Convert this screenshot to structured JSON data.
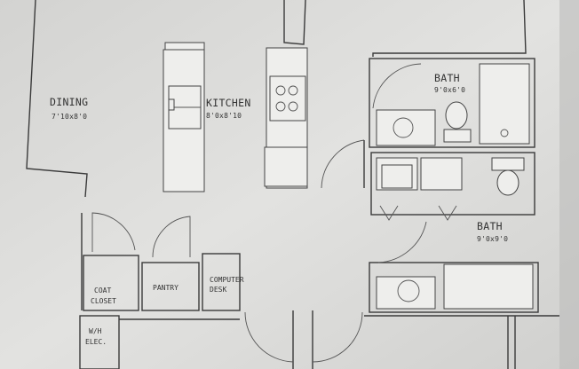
{
  "rooms": {
    "dining": {
      "name": "DINING",
      "dims": "7'10x8'0"
    },
    "kitchen": {
      "name": "KITCHEN",
      "dims": "8'0x8'10"
    },
    "bath1": {
      "name": "BATH",
      "dims": "9'0x6'0"
    },
    "bath2": {
      "name": "BATH",
      "dims": "9'0x9'0"
    },
    "coat": {
      "line1": "COAT",
      "line2": "CLOSET"
    },
    "pantry": {
      "name": "PANTRY"
    },
    "computer": {
      "line1": "COMPUTER",
      "line2": "DESK"
    },
    "utility": {
      "line1": "W/H",
      "line2": "ELEC."
    }
  }
}
